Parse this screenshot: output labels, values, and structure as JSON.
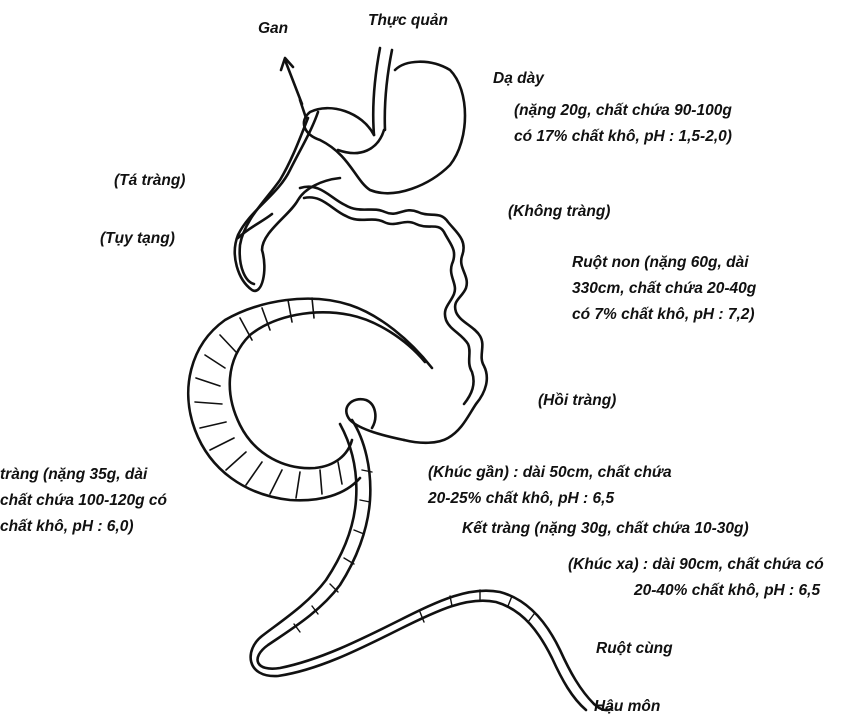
{
  "labels": {
    "gan": "Gan",
    "thuc_quan": "Thực quản",
    "da_day": {
      "title": "Dạ dày",
      "line1": "(nặng 20g, chất chứa 90-100g",
      "line2": "có 17% chất khô, pH : 1,5-2,0)"
    },
    "ta_trang": "(Tá tràng)",
    "tuy_tang": "(Tụy tạng)",
    "khong_trang": "(Không tràng)",
    "ruot_non": {
      "line1": "Ruột non (nặng 60g, dài",
      "line2": "330cm, chất chứa 20-40g",
      "line3": "có 7% chất khô, pH : 7,2)"
    },
    "hoi_trang": "(Hồi tràng)",
    "manh_trang": {
      "line1": "tràng (nặng 35g, dài",
      "line2": "chất chứa 100-120g có",
      "line3": "chất khô, pH : 6,0)"
    },
    "khuc_gan": {
      "line1": "(Khúc gần) : dài 50cm, chất chứa",
      "line2": "20-25% chất khô, pH : 6,5"
    },
    "ket_trang": "Kết tràng (nặng 30g, chất chứa  10-30g)",
    "khuc_xa": {
      "line1": "(Khúc xa) : dài 90cm, chất chứa có",
      "line2": "20-40% chất khô, pH : 6,5"
    },
    "ruot_cung": "Ruột cùng",
    "hau_mon": "Hậu môn"
  },
  "colors": {
    "ink": "#111111",
    "background": "#ffffff"
  }
}
